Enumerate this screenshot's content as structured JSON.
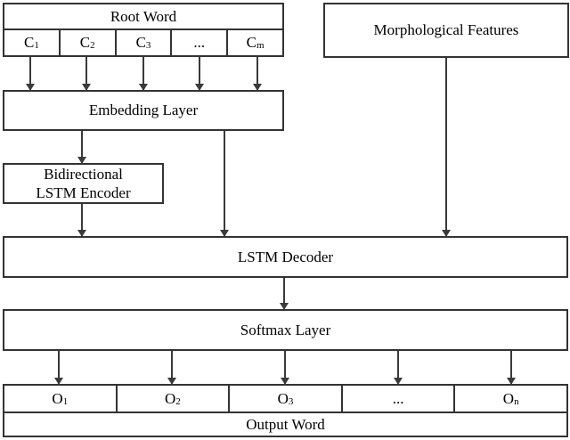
{
  "diagram": {
    "root_word": {
      "title": "Root Word",
      "cells": [
        {
          "base": "C",
          "sub": "1"
        },
        {
          "base": "C",
          "sub": "2"
        },
        {
          "base": "C",
          "sub": "3"
        },
        {
          "base": "...",
          "sub": ""
        },
        {
          "base": "C",
          "sub": "m"
        }
      ]
    },
    "morphological_features": {
      "label": "Morphological Features"
    },
    "embedding_layer": {
      "label": "Embedding Layer"
    },
    "encoder": {
      "line1": "Bidirectional",
      "line2": "LSTM Encoder"
    },
    "decoder": {
      "label": "LSTM Decoder"
    },
    "softmax_layer": {
      "label": "Softmax Layer"
    },
    "output_cells": [
      {
        "base": "O",
        "sub": "1"
      },
      {
        "base": "O",
        "sub": "2"
      },
      {
        "base": "O",
        "sub": "3"
      },
      {
        "base": "...",
        "sub": ""
      },
      {
        "base": "O",
        "sub": "n"
      }
    ],
    "output_word": {
      "label": "Output Word"
    }
  },
  "colors": {
    "background": "#ffffff",
    "line": "#333333",
    "text": "#000000"
  }
}
